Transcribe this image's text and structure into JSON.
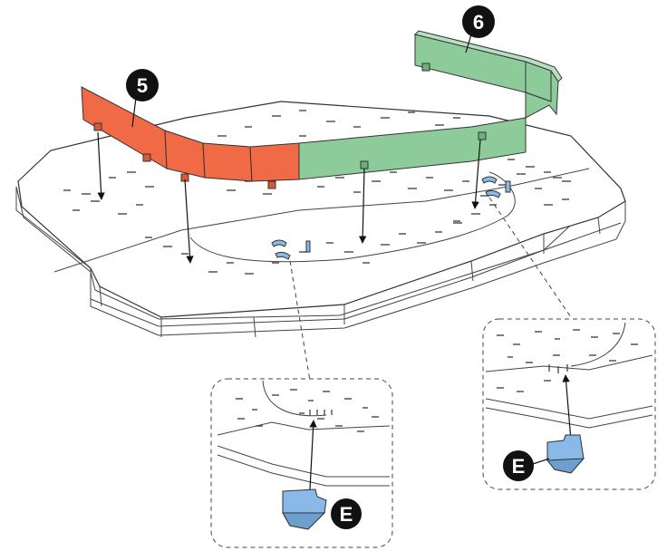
{
  "callouts": {
    "step5": "5",
    "step6": "6",
    "part_left_detail": "E",
    "part_right_detail": "E"
  },
  "colors": {
    "orange_panel": "#ef6a45",
    "green_panel": "#8ecb9b",
    "blue_clip": "#89b9e6",
    "callout_fill": "#111111",
    "base_fill": "#ffffff",
    "line": "#333333"
  }
}
